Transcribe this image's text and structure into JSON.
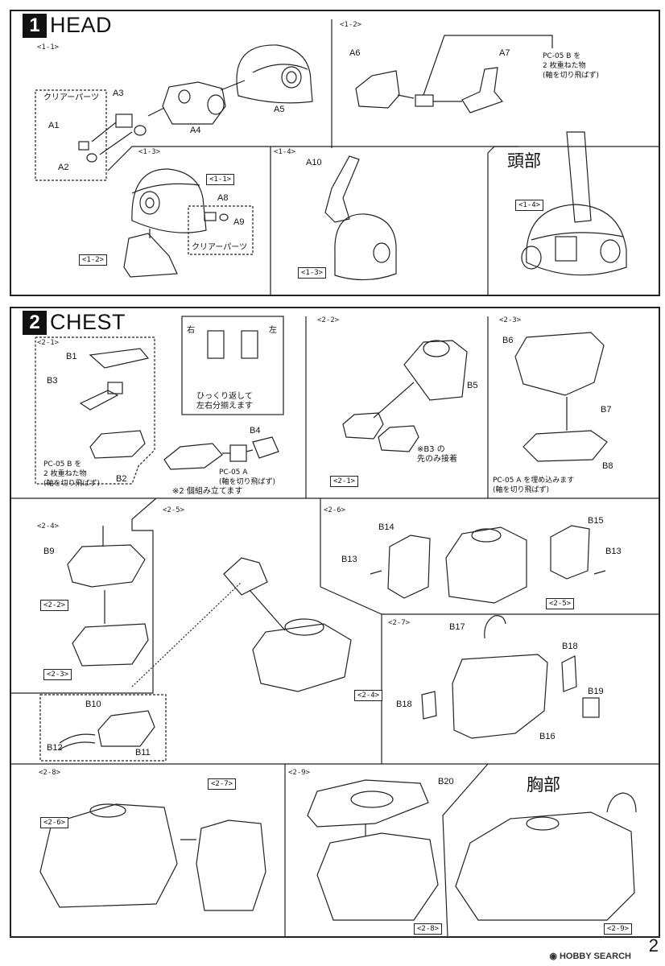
{
  "sections": [
    {
      "number": "1",
      "title": "HEAD",
      "steps": [
        "<1-1>",
        "<1-2>",
        "<1-3>",
        "<1-4>"
      ],
      "parts": [
        "A1",
        "A2",
        "A3",
        "A4",
        "A5",
        "A6",
        "A7",
        "A8",
        "A9",
        "A10"
      ],
      "clear_parts_label": "クリアーパーツ",
      "pc05b_note": [
        "PC-05 B を",
        "2 枚重ねた物",
        "(軸を切り飛ばず)"
      ],
      "refs": [
        "<1-1>",
        "<1-2>",
        "<1-3>",
        "<1-4>"
      ],
      "complete_label": "頭部"
    },
    {
      "number": "2",
      "title": "CHEST",
      "steps": [
        "<2-1>",
        "<2-2>",
        "<2-3>",
        "<2-4>",
        "<2-5>",
        "<2-6>",
        "<2-7>",
        "<2-8>",
        "<2-9>"
      ],
      "parts": [
        "B1",
        "B2",
        "B3",
        "B4",
        "B5",
        "B6",
        "B7",
        "B8",
        "B9",
        "B10",
        "B11",
        "B12",
        "B13",
        "B13",
        "B14",
        "B15",
        "B16",
        "B17",
        "B18",
        "B18",
        "B19",
        "B20"
      ],
      "inset_left": "右",
      "inset_right": "左",
      "inset_note": [
        "ひっくり返して",
        "左右分揃えます"
      ],
      "pc05b_note": [
        "PC-05 B を",
        "2 枚重ねた物",
        "(軸を切り飛ばず)"
      ],
      "pc05a_note": [
        "PC-05 A",
        "(軸を切り飛ばず)"
      ],
      "twice_note": "※2 個組み立てます",
      "b3_note": [
        "※B3 の",
        "先のみ接着"
      ],
      "pc05a_embed_note": [
        "PC-05 A を埋め込みます",
        "(軸を切り飛ばず)"
      ],
      "refs": [
        "<2-1>",
        "<2-2>",
        "<2-3>",
        "<2-4>",
        "<2-5>",
        "<2-6>",
        "<2-7>",
        "<2-8>",
        "<2-9>"
      ],
      "complete_label": "胸部"
    }
  ],
  "footer": {
    "logo": "HOBBY SEARCH",
    "page": "2"
  }
}
